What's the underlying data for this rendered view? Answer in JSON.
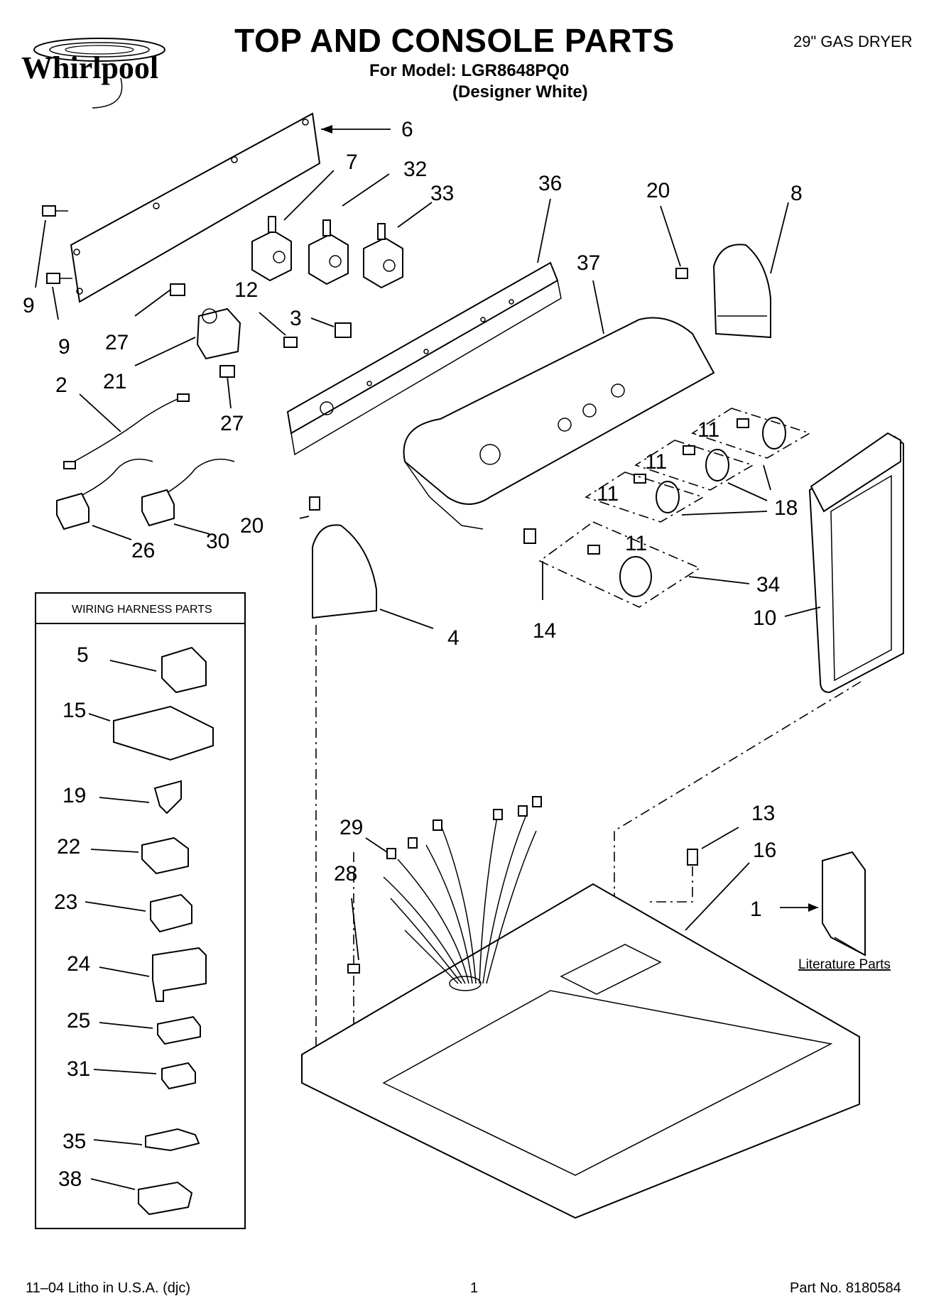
{
  "brand": {
    "logo_text": "Whirlpool"
  },
  "header": {
    "title": "TOP AND CONSOLE PARTS",
    "model_line": "For Model: LGR8648PQ0",
    "color_line": "(Designer White)",
    "product": "29\" GAS DRYER"
  },
  "wiring_box": {
    "title": "WIRING HARNESS PARTS",
    "callouts": [
      "5",
      "15",
      "19",
      "22",
      "23",
      "24",
      "25",
      "31",
      "35",
      "38"
    ]
  },
  "callouts": {
    "c1": "1",
    "c2": "2",
    "c3": "3",
    "c4": "4",
    "c6": "6",
    "c7": "7",
    "c8": "8",
    "c9a": "9",
    "c9b": "9",
    "c10": "10",
    "c11a": "11",
    "c11b": "11",
    "c11c": "11",
    "c11d": "11",
    "c12": "12",
    "c13": "13",
    "c14": "14",
    "c16": "16",
    "c18": "18",
    "c20a": "20",
    "c20b": "20",
    "c21": "21",
    "c26": "26",
    "c27a": "27",
    "c27b": "27",
    "c28": "28",
    "c29": "29",
    "c30": "30",
    "c32": "32",
    "c33": "33",
    "c34": "34",
    "c36": "36",
    "c37": "37"
  },
  "literature_label": "Literature Parts",
  "footer": {
    "left": "11–04 Litho in U.S.A. (djc)",
    "page": "1",
    "part_no": "Part No. 8180584"
  }
}
